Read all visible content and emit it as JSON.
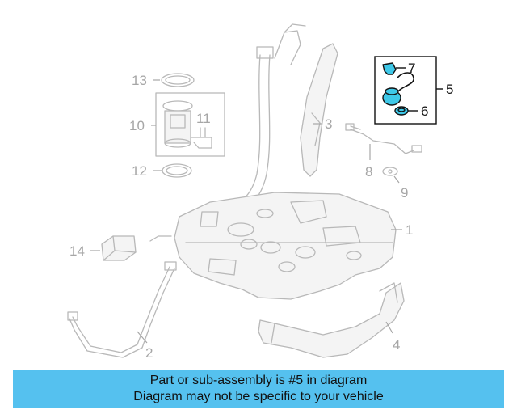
{
  "diagram": {
    "callouts": {
      "c1": "1",
      "c2": "2",
      "c3": "3",
      "c4": "4",
      "c5": "5",
      "c6": "6",
      "c7": "7",
      "c8": "8",
      "c9": "9",
      "c10": "10",
      "c11": "11",
      "c12": "12",
      "c13": "13",
      "c14": "14"
    },
    "highlight_color": "#3ec8e8",
    "part_color": "#b8b8b8"
  },
  "banner": {
    "line1": "Part or sub-assembly is #5 in diagram",
    "line2": "Diagram may not be specific to your vehicle",
    "background": "#55c1ef"
  }
}
